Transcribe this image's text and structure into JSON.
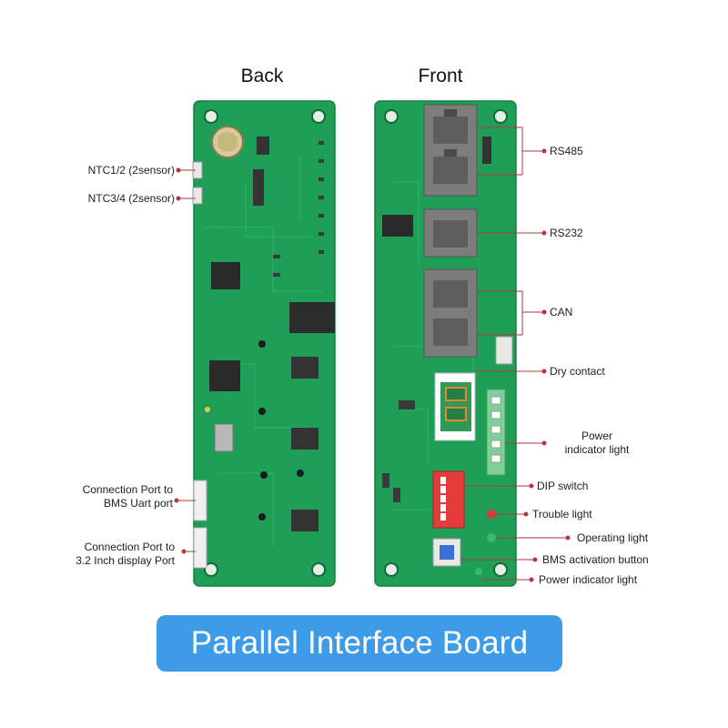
{
  "headings": {
    "back": "Back",
    "front": "Front"
  },
  "back_labels": {
    "ntc12": "NTC1/2 (2sensor)",
    "ntc34": "NTC3/4 (2sensor)",
    "bms_uart_line1": "Connection Port to",
    "bms_uart_line2": "BMS Uart port",
    "display_line1": "Connection Port to",
    "display_line2": "3.2 Inch display Port"
  },
  "front_labels": {
    "rs485": "RS485",
    "rs232": "RS232",
    "can": "CAN",
    "dry_contact": "Dry contact",
    "power_indicator_line1": "Power",
    "power_indicator_line2": "indicator light",
    "dip_switch": "DIP switch",
    "trouble_light": "Trouble light",
    "operating_light": "Operating light",
    "bms_activation": "BMS activation button",
    "power_indicator_light": "Power indicator light"
  },
  "banner": {
    "title": "Parallel Interface Board"
  },
  "colors": {
    "pcb": "#1f9e57",
    "pcb_dark": "#17864a",
    "leader": "#b23a3a",
    "banner": "#3d9be7",
    "port": "#7c7c7c",
    "dip": "#e43b3b"
  }
}
